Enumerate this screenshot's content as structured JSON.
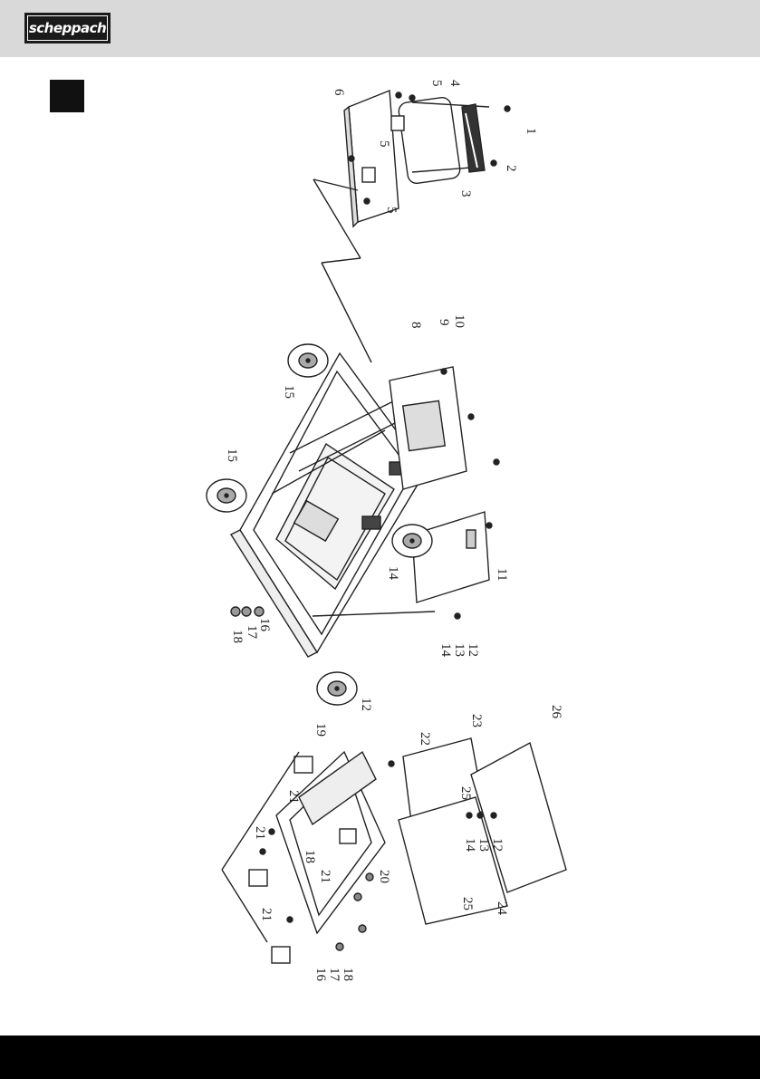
{
  "header": {
    "logo_text": "scheppach",
    "bg": "#d9d9d9"
  },
  "footer": {
    "bg": "#000000"
  },
  "labels": {
    "l1": "1",
    "l2": "2",
    "l3": "3",
    "l4": "4",
    "l5a": "5",
    "l5b": "5",
    "l5c": "5",
    "l6": "6",
    "l8": "8",
    "l9": "9",
    "l10": "10",
    "l11": "11",
    "l12a": "12",
    "l12b": "12",
    "l13": "13",
    "l14a": "14",
    "l14b": "14",
    "l15a": "15",
    "l15b": "15",
    "l16a": "16",
    "l17a": "17",
    "l18a": "18",
    "l16b": "16",
    "l17b": "17",
    "l18b": "18",
    "l18c": "18",
    "l19": "19",
    "l20": "20",
    "l21a": "21",
    "l21b": "21",
    "l21c": "21",
    "l21d": "21",
    "l22": "22",
    "l23": "23",
    "l24": "24",
    "l25a": "25",
    "l25b": "25",
    "l26": "26",
    "l12c": "12",
    "l13b": "13",
    "l14c": "14"
  }
}
